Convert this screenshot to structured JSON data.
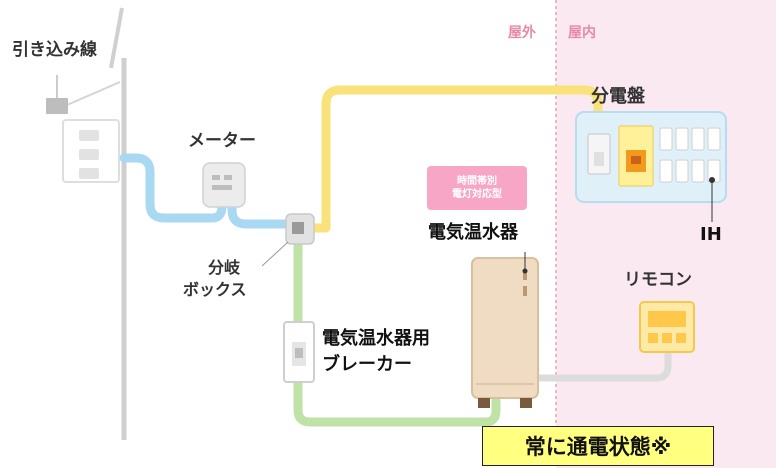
{
  "zones": {
    "outdoor": "屋外",
    "indoor": "屋内"
  },
  "labels": {
    "service_drop": "引き込み線",
    "meter": "メーター",
    "branch_box_line1": "分岐",
    "branch_box_line2": "ボックス",
    "distribution_panel": "分電盤",
    "ih": "IH",
    "water_heater": "電気温水器",
    "breaker_line1": "電気温水器用",
    "breaker_line2": "ブレーカー",
    "remote": "リモコン"
  },
  "badge": {
    "line1": "時間帯別",
    "line2": "電灯対応型"
  },
  "notice": "常に通電状態※",
  "colors": {
    "blue_line": "#a9d8f2",
    "yellow_line": "#f9e27a",
    "green_line": "#bfe3a6",
    "gray_line": "#dcdcdc",
    "indoor_area": "#fbe9f1",
    "badge": "#f7a6c6",
    "notice_bg": "#ffff80"
  }
}
